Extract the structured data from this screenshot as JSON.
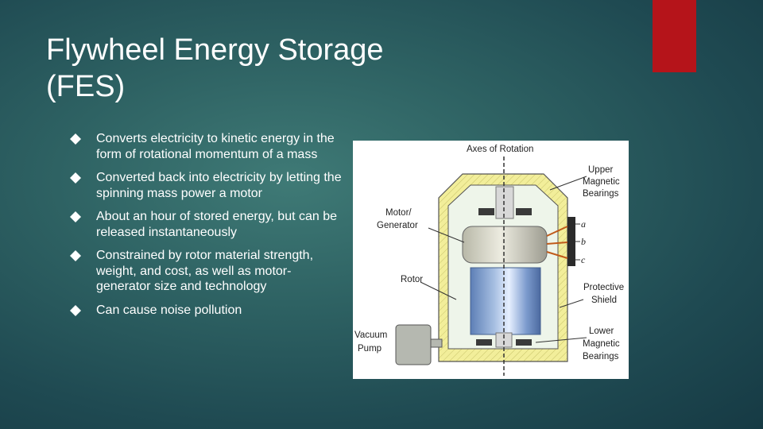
{
  "slide": {
    "title_line1": "Flywheel Energy Storage",
    "title_line2": "(FES)",
    "accent_color": "#b5141a"
  },
  "bullets": [
    "Converts electricity to kinetic energy in the form of rotational momentum of a mass",
    "Converted back into electricity by letting the spinning mass power a motor",
    "About an hour of stored energy, but can be released instantaneously",
    "Constrained by rotor material strength, weight, and cost, as well as motor-generator size and technology",
    "Can cause noise pollution"
  ],
  "bullet_icon": "diamond-bullet-icon",
  "diagram": {
    "axes_label": "Axes of Rotation",
    "upper_bearings": [
      "Upper",
      "Magnetic",
      "Bearings"
    ],
    "motor_generator": [
      "Motor/",
      "Generator"
    ],
    "rotor": "Rotor",
    "shield": [
      "Protective",
      "Shield"
    ],
    "lower_bearings": [
      "Lower",
      "Magnetic",
      "Bearings"
    ],
    "vacuum_pump": [
      "Vacuum",
      "Pump"
    ],
    "phases": [
      "a",
      "b",
      "c"
    ]
  }
}
